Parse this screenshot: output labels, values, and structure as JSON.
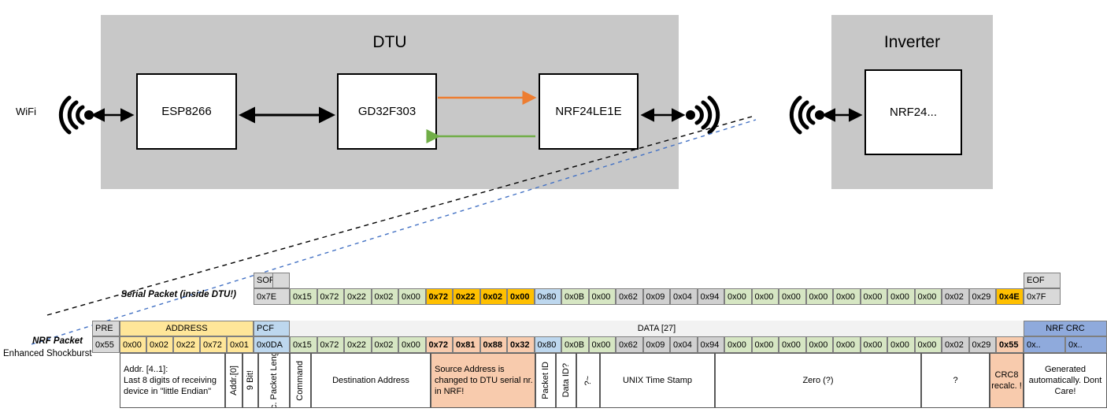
{
  "diagram": {
    "dtu": {
      "title": "DTU",
      "chips": [
        {
          "name": "ESP8266"
        },
        {
          "name": "GD32F303"
        },
        {
          "name": "NRF24LE1E"
        }
      ],
      "wifi_label": "WiFi",
      "arrows": {
        "orange_label": "",
        "green_label": ""
      }
    },
    "inverter": {
      "title": "Inverter",
      "chips": [
        {
          "name": "NRF24..."
        }
      ]
    },
    "colors": {
      "group_fill": "#c8c8c8",
      "orange_arrow": "#ed7d31",
      "green_arrow": "#70ad47",
      "black_leader": "#000000",
      "blue_leader": "#4472c4"
    }
  },
  "serial_packet": {
    "label": "Serial Packet (inside DTU!)",
    "header": {
      "sof": "SOF",
      "eof": "EOF"
    },
    "sof_value": "0x7E",
    "eof_value": "0x7F",
    "bytes": [
      {
        "v": "0x15",
        "style": "green"
      },
      {
        "v": "0x72",
        "style": "green"
      },
      {
        "v": "0x22",
        "style": "green"
      },
      {
        "v": "0x02",
        "style": "green"
      },
      {
        "v": "0x00",
        "style": "green"
      },
      {
        "v": "0x72",
        "style": "yellow-bold"
      },
      {
        "v": "0x22",
        "style": "yellow-bold"
      },
      {
        "v": "0x02",
        "style": "yellow-bold"
      },
      {
        "v": "0x00",
        "style": "yellow-bold"
      },
      {
        "v": "0x80",
        "style": "blue"
      },
      {
        "v": "0x0B",
        "style": "green"
      },
      {
        "v": "0x00",
        "style": "green"
      },
      {
        "v": "0x62",
        "style": "ltgray"
      },
      {
        "v": "0x09",
        "style": "ltgray"
      },
      {
        "v": "0x04",
        "style": "ltgray"
      },
      {
        "v": "0x94",
        "style": "ltgray"
      },
      {
        "v": "0x00",
        "style": "green"
      },
      {
        "v": "0x00",
        "style": "green"
      },
      {
        "v": "0x00",
        "style": "green"
      },
      {
        "v": "0x00",
        "style": "green"
      },
      {
        "v": "0x00",
        "style": "green"
      },
      {
        "v": "0x00",
        "style": "green"
      },
      {
        "v": "0x00",
        "style": "green"
      },
      {
        "v": "0x00",
        "style": "green"
      },
      {
        "v": "0x02",
        "style": "ltgray"
      },
      {
        "v": "0x29",
        "style": "ltgray"
      },
      {
        "v": "0x4E",
        "style": "yellow-bold"
      }
    ]
  },
  "nrf_packet": {
    "label": "NRF Packet",
    "sublabel": "Enhanced Shockburst",
    "headers": {
      "pre": "PRE",
      "address": "ADDRESS",
      "pcf": "PCF",
      "data": "DATA [27]",
      "nrf_crc": "NRF CRC"
    },
    "pre_value": "0x55",
    "address_bytes": [
      "0x00",
      "0x02",
      "0x22",
      "0x72",
      "0x01"
    ],
    "pcf_value": "0x0DA",
    "bytes": [
      {
        "v": "0x15",
        "style": "green"
      },
      {
        "v": "0x72",
        "style": "green"
      },
      {
        "v": "0x22",
        "style": "green"
      },
      {
        "v": "0x02",
        "style": "green"
      },
      {
        "v": "0x00",
        "style": "green"
      },
      {
        "v": "0x72",
        "style": "salmon-bold"
      },
      {
        "v": "0x81",
        "style": "salmon-bold"
      },
      {
        "v": "0x88",
        "style": "salmon-bold"
      },
      {
        "v": "0x32",
        "style": "salmon-bold"
      },
      {
        "v": "0x80",
        "style": "blue"
      },
      {
        "v": "0x0B",
        "style": "green"
      },
      {
        "v": "0x00",
        "style": "green"
      },
      {
        "v": "0x62",
        "style": "ltgray"
      },
      {
        "v": "0x09",
        "style": "ltgray"
      },
      {
        "v": "0x04",
        "style": "ltgray"
      },
      {
        "v": "0x94",
        "style": "ltgray"
      },
      {
        "v": "0x00",
        "style": "green"
      },
      {
        "v": "0x00",
        "style": "green"
      },
      {
        "v": "0x00",
        "style": "green"
      },
      {
        "v": "0x00",
        "style": "green"
      },
      {
        "v": "0x00",
        "style": "green"
      },
      {
        "v": "0x00",
        "style": "green"
      },
      {
        "v": "0x00",
        "style": "green"
      },
      {
        "v": "0x00",
        "style": "green"
      },
      {
        "v": "0x02",
        "style": "ltgray"
      },
      {
        "v": "0x29",
        "style": "ltgray"
      },
      {
        "v": "0x55",
        "style": "salmon-bold"
      }
    ],
    "crc_bytes": [
      "0x..",
      "0x.."
    ]
  },
  "descriptions": {
    "address": "Addr. [4..1]:\nLast 8 digits of receiving device in \"little Endian\"",
    "addr0": "Addr.[0]",
    "pcf_9bit": "9 Bit!",
    "pcf_len": "Inc. Packet Length",
    "command": "Command",
    "destination": "Destination Address",
    "source": "Source Address is changed to DTU serial nr. in NRF!",
    "packet_id": "Packet ID",
    "data_id": "Data ID?",
    "tilde": "?~",
    "unix": "UNIX Time Stamp",
    "zero": "Zero (?)",
    "question": "?",
    "crc8": "CRC8 recalc. !",
    "nrf_crc_note": "Generated automatically. Dont Care!"
  }
}
